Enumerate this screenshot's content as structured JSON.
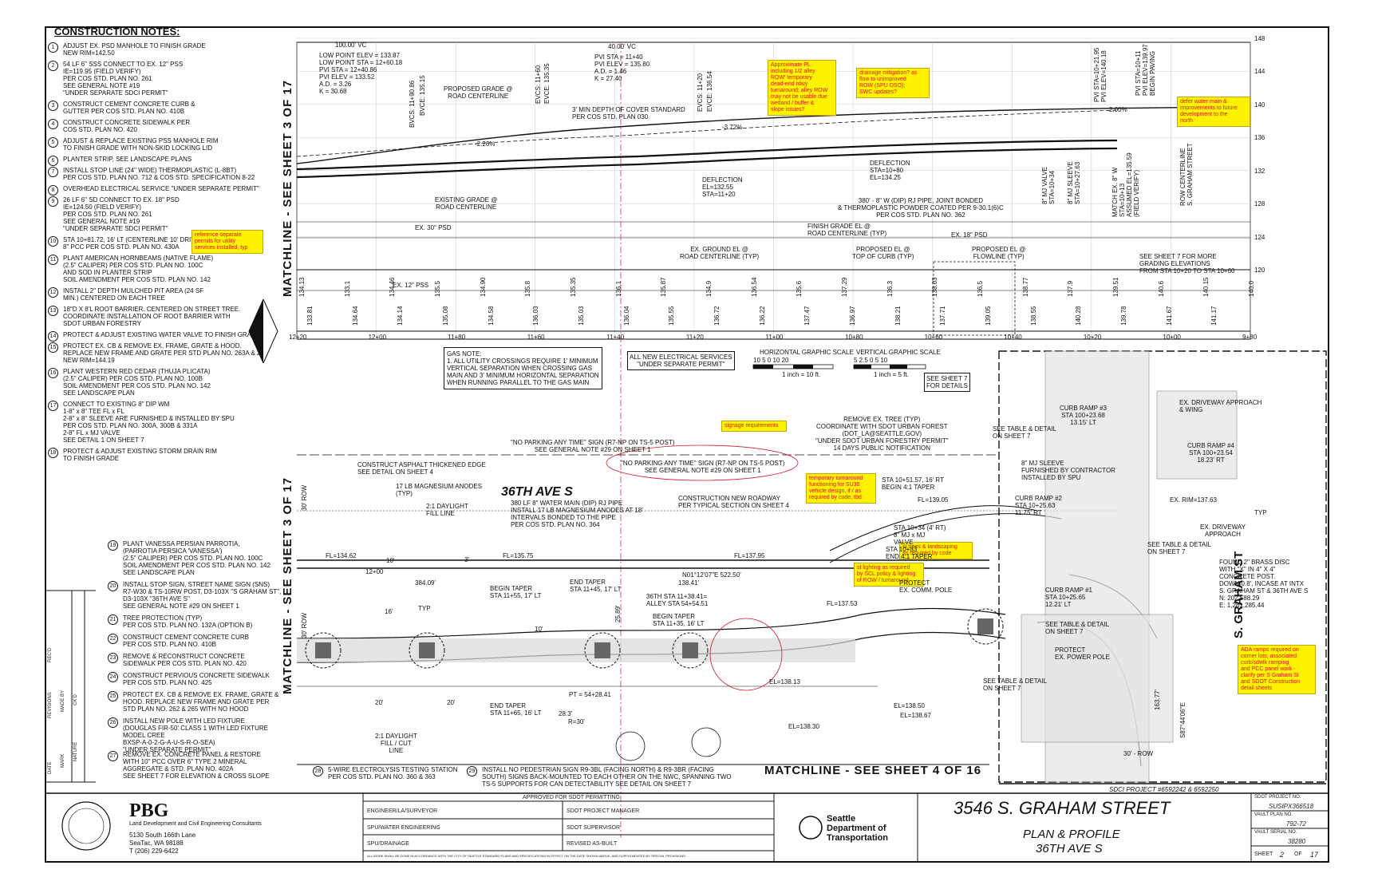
{
  "notes_title": "CONSTRUCTION NOTES:",
  "notes": [
    {
      "n": "1",
      "text": "ADJUST EX. PSD MANHOLE TO FINISH GRADE\nNEW RIM=142.50"
    },
    {
      "n": "2",
      "text": "54 LF 6\" SSS CONNECT TO EX. 12\" PSS\nIE=119.95 (FIELD VERIFY)\nPER COS STD. PLAN NO. 261\nSEE GENERAL NOTE #19\n\"UNDER SEPARATE SDCI PERMIT\""
    },
    {
      "n": "3",
      "text": "CONSTRUCT CEMENT CONCRETE CURB &\nGUTTER PER COS STD. PLAN NO. 410B"
    },
    {
      "n": "4",
      "text": "CONSTRUCT CONCRETE SIDEWALK PER\nCOS STD. PLAN NO. 420"
    },
    {
      "n": "5",
      "text": "ADJUST & REPLACE EXISTING PSS MANHOLE RIM\nTO FINISH GRADE WITH NON-SKID LOCKING LID"
    },
    {
      "n": "6",
      "text": "PLANTER STRIP, SEE LANDSCAPE PLANS"
    },
    {
      "n": "7",
      "text": "INSTALL STOP LINE (24\" WIDE) THERMOPLASTIC (L-8BT)\nPER COS STD. PLAN NO. 712 & COS STD. SPECIFICATION 8-22"
    },
    {
      "n": "8",
      "text": "OVERHEAD ELECTRICAL SERVICE \"UNDER SEPARATE PERMIT\""
    },
    {
      "n": "9",
      "text": "26 LF 6\" SD CONNECT TO EX. 18\" PSD\nIE=124.50 (FIELD VERIFY)\nPER COS STD. PLAN NO. 261\nSEE GENERAL NOTE #19\n\"UNDER SEPARATE SDCI PERMIT\""
    },
    {
      "n": "10",
      "text": "STA 10+81.72, 16' LT (CENTERLINE 10' DRIVEWAY)\n8\" PCC PER COS STD. PLAN NO. 430A"
    },
    {
      "n": "11",
      "text": "PLANT AMERICAN HORNBEAMS (NATIVE FLAME)\n(2.5\" CALIPER) PER COS STD. PLAN NO. 100C\nAND SOD IN PLANTER STRIP\nSOIL AMENDMENT PER COS STD. PLAN NO. 142"
    },
    {
      "n": "12",
      "text": "INSTALL 2\" DEPTH MULCHED PIT AREA (24 SF\nMIN.) CENTERED ON EACH TREE"
    },
    {
      "n": "13",
      "text": "18\"D X 8'L ROOT BARRIER. CENTERED ON STREET TREE.\nCOORDINATE INSTALLATION OF ROOT BARRIER WITH\nSDOT URBAN FORESTRY"
    },
    {
      "n": "14",
      "text": "PROTECT & ADJUST EXISTING WATER VALVE TO FINISH GRADE"
    },
    {
      "n": "15",
      "text": "PROTECT EX. CB & REMOVE EX. FRAME, GRATE & HOOD.\nREPLACE NEW FRAME AND GRATE PER STD PLAN NO. 263A & 265\nNEW RIM=144.19"
    },
    {
      "n": "16",
      "text": "PLANT WESTERN RED CEDAR (THUJA PLICATA)\n(2.5\" CALIPER) PER COS STD. PLAN NO. 100B\nSOIL AMENDMENT PER COS STD. PLAN NO. 142\nSEE LANDSCAPE PLAN"
    },
    {
      "n": "17",
      "text": "CONNECT TO EXISTING 8\" DIP WM\n1-8\" x 8\" TEE FL x FL\n2-8\" x 8\" SLEEVE ARE FURNISHED & INSTALLED BY SPU\nPER COS STD. PLAN NO. 300A, 300B & 331A\n2-8\" FL x MJ VALVE\nSEE DETAIL 1 ON SHEET 7"
    },
    {
      "n": "18",
      "text": "PROTECT & ADJUST EXISTING STORM DRAIN RIM\nTO FINISH GRADE"
    }
  ],
  "notes_right": [
    {
      "n": "19",
      "text": "PLANT VANESSA PERSIAN PARROTIA,\n(PARROTIA PERSICA 'VANESSA')\n(2.5\" CALIPER) PER COS STD. PLAN NO. 100C\nSOIL AMENDMENT PER COS STD. PLAN NO. 142\nSEE LANDSCAPE PLAN"
    },
    {
      "n": "20",
      "text": "INSTALL STOP SIGN, STREET NAME SIGN (SNS)\nR7-W30 & TS-10RW POST, D3-103X \"S GRAHAM ST\",\nD3-103X \"36TH AVE S\"\nSEE GENERAL NOTE #29 ON SHEET 1"
    },
    {
      "n": "21",
      "text": "TREE PROTECTION (TYP)\nPER COS STD. PLAN NO. 132A (OPTION B)"
    },
    {
      "n": "22",
      "text": "CONSTRUCT CEMENT CONCRETE CURB\nPER COS STD. PLAN NO. 410B"
    },
    {
      "n": "23",
      "text": "REMOVE & RECONSTRUCT CONCRETE\nSIDEWALK PER COS STD. PLAN NO. 420"
    },
    {
      "n": "24",
      "text": "CONSTRUCT PERVIOUS CONCRETE SIDEWALK\nPER COS STD. PLAN NO. 425"
    },
    {
      "n": "25",
      "text": "PROTECT EX. CB & REMOVE EX. FRAME, GRATE &\nHOOD. REPLACE NEW FRAME AND GRATE PER\nSTD PLAN NO. 262 & 265 WITH NO HOOD"
    },
    {
      "n": "26",
      "text": "INSTALL NEW POLE WITH LED FIXTURE\n(DOUGLAS FIR-50' CLASS 1 WITH LED FIXTURE MODEL CREE\nBXSP-A-0-2-G-A-U-S-R-O-SEA)\n\"UNDER SEPARATE PERMIT\""
    },
    {
      "n": "27",
      "text": "REMOVE EX. CONCRETE PANEL & RESTORE\nWITH 10\" PCC OVER 6\" TYPE 2 MINERAL\nAGGREGATE & STD. PLAN NO. 402A\nSEE SHEET 7 FOR ELEVATION & CROSS SLOPE"
    }
  ],
  "notes_bottom": [
    {
      "n": "28",
      "text": "5-WIRE ELECTROLYSIS TESTING STATION\nPER COS STD. PLAN NO. 360 & 363"
    },
    {
      "n": "29",
      "text": "INSTALL NO PEDESTRIAN SIGN R9-3BL (FACING NORTH) & R9-3BR (FACING\nSOUTH) SIGNS BACK-MOUNTED TO EACH OTHER ON THE NWC, SPANNING TWO\nTS-5 SUPPORTS FOR CAN DETECTABILITY SEE DETAIL ON SHEET 7"
    }
  ],
  "stickies": [
    {
      "id": "utility",
      "text": "reference separate\npermits for utility\nservices installed, typ"
    },
    {
      "id": "alley",
      "text": "Approximate PL\nincluding 1/2 alley\nROW' temporary\ndead-end rdwy\nturnaround; alley ROW\nmay not be usable due\nwetland / buffer &\nslope issues?"
    },
    {
      "id": "drainage",
      "text": "drainage mitigation? as\nflow to unimproved\nROW (SPU DSO);\nSWC updates?"
    },
    {
      "id": "watermain",
      "text": "defer water main &\nimprovements  to future\ndevelopment to the\nnorth"
    },
    {
      "id": "signage",
      "text": "signage requirements"
    },
    {
      "id": "turnaround",
      "text": "temporary turnaround\nfunctioning for SU30\nvehicle design,  if / as\nrequired by code, tbd"
    },
    {
      "id": "trees",
      "text": "st trees & landscaping\nas required by code"
    },
    {
      "id": "lighting",
      "text": "st lighting as required\nby SCL policy & lighting\nof ROW / turnaround"
    },
    {
      "id": "ada",
      "text": "ADA ramps required on\ncorner lots; associated\ncurb/sdwlk ramping\nand PCC panel work -\nclarify per S Graham St\nand SDOT Construction\ndetail sheets"
    }
  ],
  "profile": {
    "elev_labels": [
      "148",
      "144",
      "140",
      "136",
      "132",
      "128",
      "124",
      "120"
    ],
    "station_labels": [
      "12+20",
      "12+00",
      "11+80",
      "11+60",
      "11+40",
      "11+20",
      "11+00",
      "10+80",
      "10+60",
      "10+40",
      "10+20",
      "10+00",
      "9+80"
    ],
    "vc1": {
      "len": "100.00' VC",
      "lines": [
        "LOW POINT ELEV = 133.87",
        "LOW POINT STA = 12+60.18",
        "PVI STA = 12+40.86",
        "PVI ELEV = 133.52",
        "A.D. = 3.26",
        "K = 30.68"
      ]
    },
    "vc2": {
      "len": "40.00' VC",
      "lines": [
        "PVI STA = 11+40",
        "PVI ELEV = 135.80",
        "A.D. = 1.46",
        "K = 27.40"
      ]
    },
    "labels": {
      "bvcs1": "BVCS: 11+90.86",
      "bvce1": "BVCE: 135.15",
      "evcs1": "EVCS: 11+60",
      "evce1": "EVCE: 135.35",
      "evcs2": "EVCS: 11+20",
      "evce2": "EVCE: 136.54",
      "proposed_grade": "PROPOSED GRADE @\nROAD CENTERLINE",
      "min_depth": "3' MIN DEPTH OF COVER STANDARD\nPER COS STD. PLAN 030",
      "slope1": "-2.26%",
      "slope2": "-3.72%",
      "slope3": "2.00%",
      "pvi_r1": "PVI STA=10+21.95\nPVI ELEV=140.18",
      "pvi_r2": "PVI STA=10+11\nPVI ELEV=139.97\nBEGIN PAVING",
      "deflection1": "DEFLECTION\nEL=132.55\nSTA=11+20",
      "deflection2": "DEFLECTION\nSTA=10+80\nEL=134.25",
      "existing_grade": "EXISTING GRADE @\nROAD CENTERLINE",
      "pipe": "380' - 8\" W (DIP) RJ PIPE, JOINT BONDED\n& THERMOPLASTIC POWDER COATED PER 9-30.1(6)C\nPER COS STD. PLAN NO. 362",
      "mj_valve": "8\" MJ VALVE\nSTA=10+34",
      "mj_sleeve": "8\" MJ SLEEVE\nSTA=10+27.63",
      "match_ex": "MATCH EX. 8\" W\nSTA=10+13\nASSUMED EL=135.59\n(FIELD VERIFY)",
      "row_cl": "ROW CENTERLINE\nS. GRAHAM STREET",
      "ex30": "EX. 30\" PSD",
      "ex18": "EX. 18\" PSD",
      "ex12": "EX. 12\" PSS",
      "finish_grade": "FINISH GRADE EL @\nROAD CENTERLINE (TYP)",
      "ground_el": "EX. GROUND EL @\nROAD CENTERLINE (TYP)",
      "prop_curb": "PROPOSED EL @\nTOP OF CURB (TYP)",
      "prop_flow": "PROPOSED EL @\nFLOWLINE (TYP)",
      "see_sheet7": "SEE SHEET 7 FOR MORE\nGRADING ELEVATIONS\nFROM STA 10+20 TO STA 10+60"
    },
    "elev_pairs": [
      [
        "134.13",
        "133.81"
      ],
      [
        "133.1",
        "134.64"
      ],
      [
        "134.46",
        "134.14"
      ],
      [
        "135.5",
        "135.08"
      ],
      [
        "134.90",
        "134.58"
      ],
      [
        "135.8",
        "136.03"
      ],
      [
        "135.35",
        "135.03"
      ],
      [
        "136.1",
        "136.04"
      ],
      [
        "135.87",
        "135.55"
      ],
      [
        "134.9",
        "136.72"
      ],
      [
        "136.54",
        "136.22"
      ],
      [
        "135.6",
        "137.47"
      ],
      [
        "137.29",
        "136.97"
      ],
      [
        "136.3",
        "138.21"
      ],
      [
        "138.03",
        "137.71"
      ],
      [
        "136.5",
        "139.05"
      ],
      [
        "138.77",
        "138.55"
      ],
      [
        "137.9",
        "140.28"
      ],
      [
        "139.51",
        "139.78"
      ],
      [
        "140.6",
        "141.67"
      ],
      [
        "140.15",
        "141.17"
      ],
      [
        "140.0",
        ""
      ]
    ]
  },
  "matchline_left": "MATCHLINE - SEE SHEET 3 OF 17",
  "matchline_bottom": "MATCHLINE - SEE SHEET 4 OF 16",
  "gas_note": "GAS NOTE:\n1.  ALL UTILITY CROSSINGS REQUIRE 1' MINIMUM\nVERTICAL SEPARATION WHEN CROSSING GAS\nMAIN AND 3' MINIMUM HORIZONTAL SEPARATION\nWHEN RUNNING PARALLEL TO THE GAS MAIN",
  "elec_note": "ALL NEW ELECTRICAL SERVICES\n\"UNDER SEPARATE PERMIT\"",
  "scales": {
    "h_title": "HORIZONTAL GRAPHIC SCALE",
    "h_ticks": "10    5     0         10        20",
    "h_note": "1 inch = 10 ft.",
    "v_title": "VERTICAL GRAPHIC SCALE",
    "v_ticks": "5   2.5    0        5        10",
    "v_note": "1 inch = 5 ft."
  },
  "see_sheet7_details": "SEE SHEET 7\nFOR DETAILS",
  "plan": {
    "street_name": "36TH AVE S",
    "street_name_2": "S. GRAHAM ST",
    "no_parking_1": "\"NO PARKING ANY TIME\" SIGN (R7-NP ON TS-5 POST)\nSEE GENERAL NOTE #29 ON SHEET 1",
    "no_parking_2": "\"NO PARKING ANY TIME\" SIGN (R7-NP ON TS-5 POST)\nSEE GENERAL NOTE #29 ON SHEET 1",
    "asphalt_edge": "CONSTRUCT ASPHALT THICKENED EDGE\nSEE DETAIL ON SHEET 4",
    "anodes": "17 LB MAGNESIUM ANODES\n(TYP)",
    "daylight": "2:1 DAYLIGHT\nFILL LINE",
    "water_main": "380 LF 8\" WATER MAIN (DIP) RJ PIPE\nINSTALL 17 LB MAGNESIUM ANODES AT 18'\nINTERVALS BONDED TO THE PIPE\nPER COS STD. PLAN NO. 364",
    "new_roadway": "CONSTRUCTION NEW ROADWAY\nPER TYPICAL SECTION ON SHEET 4",
    "remove_tree": "REMOVE EX. TREE (TYP)\nCOORDINATE WITH SDOT URBAN FOREST\n(DOT_LA@SEATTLE.GOV)\n\"UNDER SDOT URBAN FORESTRY PERMIT\"\n14 DAYS PUBLIC NOTIFICATION",
    "see_table_1": "SEE TABLE & DETAIL\nON SHEET 7",
    "mj_sleeve_plan": "8\" MJ SLEEVE\nFURNISHED BY CONTRACTOR\nINSTALLED BY SPU",
    "taper1": "STA 10+51.57, 16' RT\nBEGIN 4:1 TAPER",
    "fl_139": "FL=139.05",
    "curb_ramp_2": "CURB RAMP #2\nSTA 10+25.63\n11.75' RT",
    "sta_1034": "STA 10+34 (4' RT)\n8\" MJ x MJ\nVALVE",
    "sta_1083": "STA 10+83\nEND 4:1 TAPER",
    "curb_ramp_3": "CURB RAMP #3\nSTA 100+23.68\n13.15' LT",
    "driveway1": "EX. DRIVEWAY APPROACH\n& WING",
    "curb_ramp_4": "CURB RAMP #4\nSTA 100+23.54\n18.23' RT",
    "ex_rim": "EX. RIM=137.63",
    "typ": "TYP",
    "driveway2": "EX. DRIVEWAY\nAPPROACH",
    "see_table_2": "SEE TABLE & DETAIL\nON SHEET 7",
    "brass_disc": "FOUND 2\" BRASS DISC\nWITH \"X\" IN 4\" X 4\"\nCONCRETE POST.\nDOWN 0.8', INCASE AT INTX\nS. GRAHAM ST & 36TH AVE S\nN: 202,588.29\nE: 1,281,285.44",
    "curb_ramp_1": "CURB RAMP #1\nSTA 10+25.65\n12.21' LT",
    "see_table_3": "SEE TABLE & DETAIL\nON SHEET 7",
    "protect_pole": "PROTECT\nEX. POWER POLE",
    "protect_comm": "PROTECT\nEX. COMM. POLE",
    "fl_137": "FL=137.53",
    "fl_134": "FL=134.62",
    "fl_135": "FL=135.75",
    "fl_137b": "FL=137.95",
    "sta_1200": "12+00",
    "dist_384": "384.09'",
    "bearing": "N01°12'07\"E     522.50'",
    "dist_138": "138.41'",
    "begin_taper_1": "BEGIN TAPER\nSTA 11+55, 17' LT",
    "end_taper_1": "END TAPER\nSTA 11+45, 17' LT",
    "sta_alley": "36TH STA 11+38.41=\nALLEY STA 54+54.51",
    "begin_taper_2": "BEGIN TAPER\nSTA 11+35, 16' LT",
    "end_taper_2": "END TAPER\nSTA 11+65, 16' LT",
    "pt": "PT = 54+28.41",
    "r30": "R=30'",
    "daylight_cut": "2:1 DAYLIGHT\nFILL / CUT\nLINE",
    "el_138_13": "EL=138.13",
    "el_138_30": "EL=138.30",
    "el_138_50": "EL=138.50",
    "el_138_67": "EL=138.67",
    "see_table_4": "SEE TABLE & DETAIL\nON SHEET 7",
    "row_30_1": "30' ROW",
    "row_30_2": "30' ROW",
    "row_30_3": "30' - ROW",
    "bearing_right": "S87°44'06\"E",
    "dist_163": "163.77'",
    "dim_10": "10'",
    "dim_16": "16'",
    "dim_20a": "20'",
    "dim_20b": "20'",
    "dim_10b": "10'",
    "dim_2589": "25.89'",
    "dim_283": "28.3'",
    "dim_3": "3'",
    "typ_label": "TYP"
  },
  "sdci_project": "SDCI PROJECT #6592242 & 6592250",
  "title_block": {
    "company_short": "PBG",
    "company_full": "Land Development and Civil Engineering Consultants",
    "address1": "5130  South 166th Lane",
    "address2": "SeaTac, WA  98188",
    "phone": "T (206) 229-6422",
    "approved": "APPROVED FOR SDOT PERMITTING",
    "rows_left": [
      "ENGINEER/LA/SURVEYOR",
      "SPU/WATER ENGINEERING",
      "SPU/DRAINAGE"
    ],
    "rows_right": [
      "SDOT PROJECT MANAGER",
      "SDOT SUPERVISOR",
      "REVISED  AS-BUILT"
    ],
    "fine_print": "ALL WORK SHALL BE DONE IN ACCORDANCE WITH THE CITY OF SEATTLE STANDARD PLANS AND SPECIFICATIONS IN EFFECT ON THE DATE SHOWN ABOVE, AND SUPPLEMENTED BY SPECIAL PROVISIONS.",
    "dept1": "Seattle",
    "dept2": "Department of",
    "dept3": "Transportation",
    "address_title": "3546 S. GRAHAM STREET",
    "subtitle1": "PLAN & PROFILE",
    "subtitle2": "36TH AVE S",
    "sdot_no_label": "SDOT PROJECT NO.",
    "sdot_no": "SUSIPX366518",
    "vault_plan_label": "VAULT PLAN NO.",
    "vault_plan": "792-72",
    "vault_serial_label": "VAULT SERIAL NO.",
    "vault_serial": "38280",
    "sheet_label": "SHEET",
    "sheet": "2",
    "of": "OF",
    "total": "17",
    "rev_cols": [
      "DATE",
      "MARK",
      "NATURE",
      "REVISIONS",
      "MADE BY",
      "CK'D",
      "REC'D"
    ]
  },
  "colors": {
    "ink": "#111111",
    "sticky_bg": "#fff200",
    "sticky_text": "#d11a2a",
    "red_line": "#d11a2a",
    "hatch": "#bdbdbd"
  }
}
